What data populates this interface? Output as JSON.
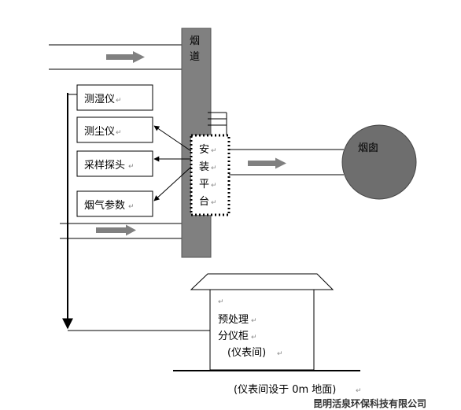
{
  "flue": {
    "label": [
      "烟",
      "道"
    ]
  },
  "instruments": [
    {
      "label": "测湿仪"
    },
    {
      "label": "测尘仪"
    },
    {
      "label": "采样探头"
    },
    {
      "label": "烟气参数"
    }
  ],
  "platform": {
    "label": [
      "安",
      "装",
      "平",
      "台"
    ]
  },
  "chimney": {
    "label": "烟囱"
  },
  "cabinet": {
    "label": [
      "预处理",
      "分仪柜",
      "(仪表间)"
    ]
  },
  "note": "(仪表间设于 0m 地面)",
  "company": "昆明活泉环保科技有限公司",
  "mark": "↵",
  "colors": {
    "flue": "#808080",
    "chimney": "#6e6e6e",
    "arrow": "#808080",
    "line": "#000000"
  }
}
